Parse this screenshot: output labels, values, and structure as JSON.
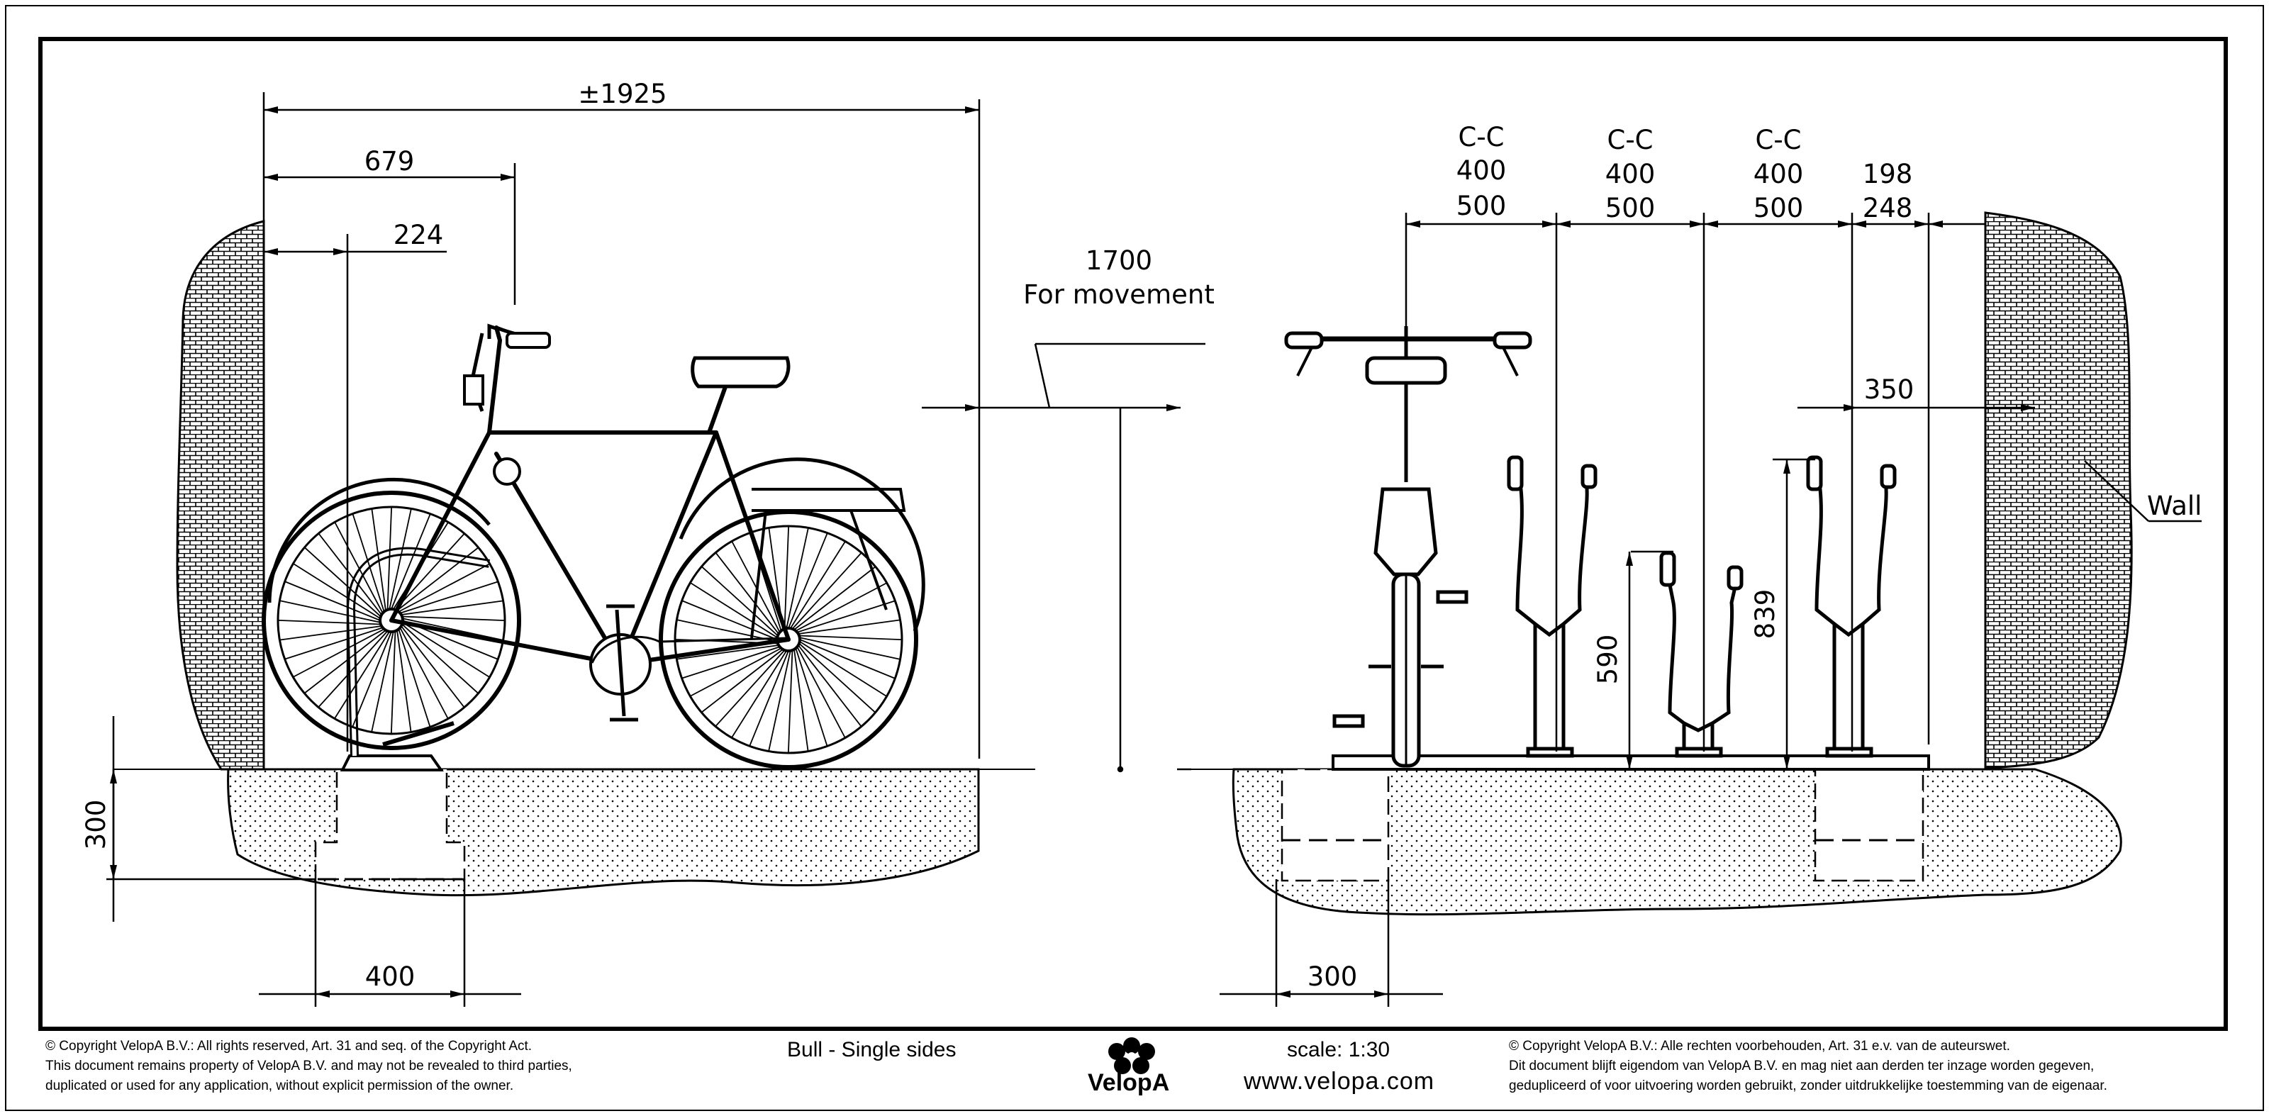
{
  "dimensions": {
    "overall_length": "±1925",
    "wall_to_handlebar": "679",
    "wall_to_rack": "224",
    "movement_value": "1700",
    "movement_label": "For movement",
    "foundation_depth": "300",
    "foundation_width_side": "400",
    "foundation_width_front": "300",
    "cc_label": "C-C",
    "cc_min": "400",
    "cc_max": "500",
    "end_min": "198",
    "end_max": "248",
    "wall_clearance": "350",
    "low_holder_height": "590",
    "high_holder_height": "839",
    "wall_label": "Wall"
  },
  "footer": {
    "copyright_en": [
      "©  Copyright VelopA B.V.: All rights reserved, Art. 31 and seq. of the Copyright Act.",
      "This document remains property of VelopA B.V. and may not be revealed to third parties,",
      "duplicated or used for any application, without explicit permission of the owner."
    ],
    "product": "Bull - Single sides",
    "logo_text": "VelopA",
    "scale": "scale: 1:30",
    "website": "www.velopa.com",
    "copyright_nl": [
      "©  Copyright VelopA B.V.: Alle rechten voorbehouden, Art. 31 e.v. van de auteurswet.",
      "Dit document blijft eigendom van VelopA B.V. en mag niet aan derden ter inzage worden gegeven,",
      "gedupliceerd of voor uitvoering worden gebruikt, zonder uitdrukkelijke toestemming van de eigenaar."
    ]
  }
}
